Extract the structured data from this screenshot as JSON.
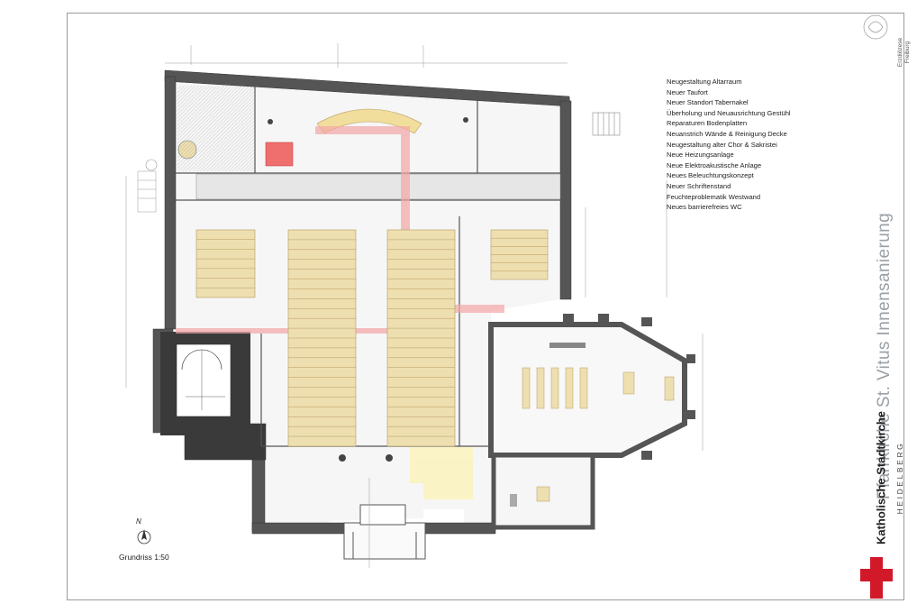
{
  "title": "Pfarrkirche St. Vitus Innensanierung",
  "organization": "Katholische Stadtkirche",
  "organization_sub": "HEIDELBERG",
  "seal_text": [
    "Erzdiözese",
    "Freiburg"
  ],
  "drawing_caption": "Grundriss 1:50",
  "north_label": "N",
  "measures": [
    "Neugestaltung Altarraum",
    "Neuer Taufort",
    "Neuer Standort Tabernakel",
    "Überholung und Neuausrichtung Gestühl",
    "Reparaturen Bodenplatten",
    "Neuanstrich Wände & Reinigung Decke",
    "Neugestaltung alter Chor & Sakristei",
    "Neue Heizungsanlage",
    "Neue Elektroakustische Anlage",
    "Neues Beleuchtungskonzept",
    "Neuer Schriftenstand",
    "Feuchteproblematik Westwand",
    "Neues barrierefreies WC"
  ],
  "colors": {
    "wall": "#555555",
    "wall_dark": "#3a3a3a",
    "pews": "#eedfb0",
    "pew_lines": "#b59a5f",
    "accent_path": "#f4a6a6",
    "light_path": "#fbf3bd",
    "highlight_red": "#ef6f6f",
    "cross_red": "#d1192a"
  }
}
